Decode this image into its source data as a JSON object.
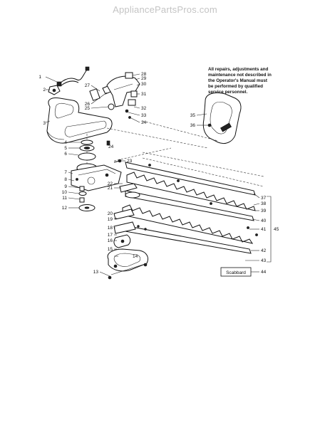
{
  "header": {
    "watermark": "AppliancePartsPros.com"
  },
  "note": {
    "lines": [
      "All repairs, adjustments and",
      "maintenance not described in",
      "the Operator's Manual must",
      "be performed by qualified",
      "service personnel."
    ]
  },
  "scabbard_label": "Scabbard",
  "callouts": {
    "left": [
      {
        "num": "1"
      },
      {
        "num": "2"
      },
      {
        "num": "3"
      },
      {
        "num": "4"
      },
      {
        "num": "5"
      },
      {
        "num": "6"
      },
      {
        "num": "7"
      },
      {
        "num": "8"
      },
      {
        "num": "9"
      },
      {
        "num": "10"
      },
      {
        "num": "11"
      },
      {
        "num": "12"
      },
      {
        "num": "13"
      },
      {
        "num": "14"
      },
      {
        "num": "15"
      },
      {
        "num": "16"
      },
      {
        "num": "17"
      },
      {
        "num": "18"
      },
      {
        "num": "19"
      },
      {
        "num": "20"
      },
      {
        "num": "21"
      },
      {
        "num": "22"
      },
      {
        "num": "23"
      },
      {
        "num": "24"
      },
      {
        "num": "25"
      },
      {
        "num": "26"
      },
      {
        "num": "27"
      }
    ],
    "right": [
      {
        "num": "28"
      },
      {
        "num": "29"
      },
      {
        "num": "30"
      },
      {
        "num": "31"
      },
      {
        "num": "32"
      },
      {
        "num": "33"
      },
      {
        "num": "34"
      },
      {
        "num": "35"
      },
      {
        "num": "36"
      },
      {
        "num": "37"
      },
      {
        "num": "38"
      },
      {
        "num": "39"
      },
      {
        "num": "40"
      },
      {
        "num": "41"
      },
      {
        "num": "42"
      },
      {
        "num": "43"
      },
      {
        "num": "44"
      },
      {
        "num": "45"
      }
    ]
  }
}
